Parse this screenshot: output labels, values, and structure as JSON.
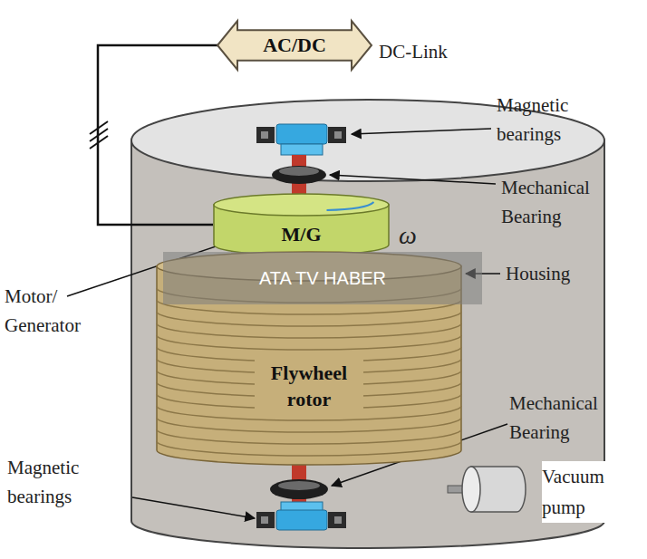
{
  "diagram": {
    "nodes": [
      {
        "text": [
          "AC/DC"
        ]
      },
      {
        "text": [
          "M/G"
        ]
      },
      {
        "text": [
          "Flywheel rotor"
        ]
      }
    ],
    "edges": [
      {
        "from": 0,
        "to": 1,
        "arrow": "none"
      }
    ],
    "labels": [
      "DC-Link",
      "Magnetic bearings",
      "Mechanical Bearing",
      "ω",
      "ATA TV HABER",
      "Housing",
      "Motor/ Generator",
      "Mechanical Bearing",
      "Magnetic bearings",
      "Vacuum pump"
    ]
  }
}
